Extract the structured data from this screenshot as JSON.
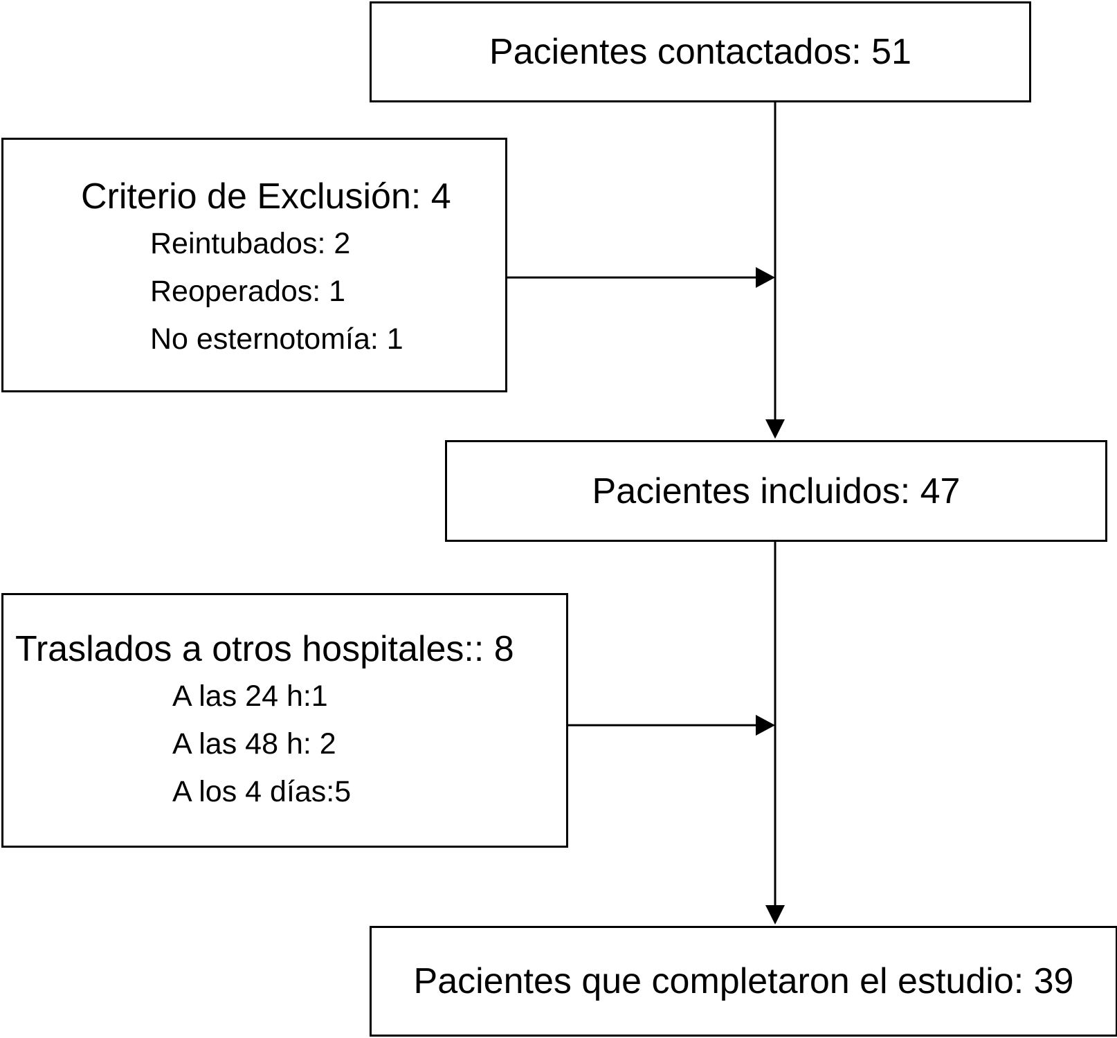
{
  "flowchart": {
    "contacted": "Pacientes contactados: 51",
    "exclusion": {
      "title": "Criterio de  Exclusión: 4",
      "items": [
        "Reintubados: 2",
        "Reoperados: 1",
        "No esternotomía: 1"
      ]
    },
    "included": "Pacientes incluidos: 47",
    "transfers": {
      "title": "Traslados a otros hospitales:: 8",
      "items": [
        "A las 24 h:1",
        "A las 48 h: 2",
        "A los 4 días:5"
      ]
    },
    "completed": "Pacientes que completaron el estudio: 39"
  }
}
